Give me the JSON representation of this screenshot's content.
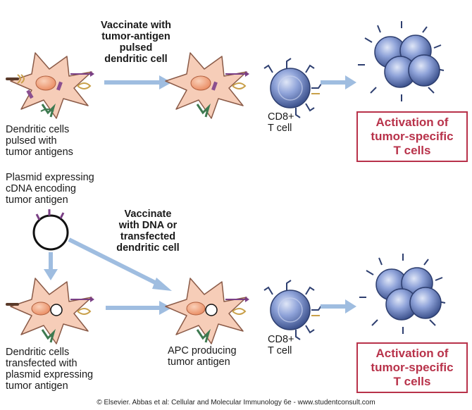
{
  "top_panel": {
    "step_label": "Vaccinate with\ntumor-antigen\npulsed\ndendritic cell",
    "dc_label": "Dendritic cells\npulsed with\ntumor antigens",
    "tcell_label": "CD8+\nT cell",
    "result": "Activation of\ntumor-specific\nT cells"
  },
  "bottom_panel": {
    "plasmid_label": "Plasmid expressing\ncDNA encoding\ntumor antigen",
    "step_label": "Vaccinate\nwith DNA or\ntransfected\ndendritic cell",
    "dc_label": "Dendritic cells\ntransfected  with\nplasmid expressing\ntumor antigen",
    "apc_label": "APC producing\ntumor antigen",
    "tcell_label": "CD8+\nT cell",
    "result": "Activation of\ntumor-specific\nT cells"
  },
  "credit": "© Elsevier. Abbas et al: Cellular and Molecular Immunology 6e - www.studentconsult.com",
  "colors": {
    "dc_fill": "#f6cdb8",
    "nucleus": "#f1a27e",
    "tcell": "#6f86c6",
    "arrow": "#9fbde0",
    "result_border": "#b8324a"
  }
}
